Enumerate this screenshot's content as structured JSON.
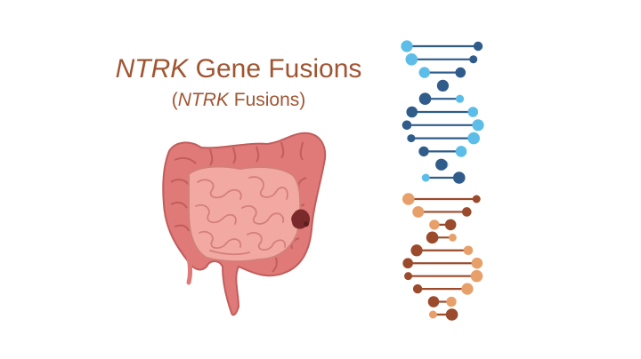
{
  "title": {
    "main_italic": "NTRK",
    "main_rest": " Gene Fusions",
    "sub_open": "(",
    "sub_italic": "NTRK",
    "sub_rest": " Fusions)"
  },
  "illustrations": {
    "intestine": "large-and-small-intestine-icon",
    "tumor": "tumor-icon",
    "dna_blue": "dna-helix-blue-icon",
    "dna_orange": "dna-helix-orange-icon"
  },
  "colors": {
    "title": "#a05532",
    "dna_light_blue": "#5bbde8",
    "dna_dark_blue": "#2f5c8a",
    "dna_light_orange": "#e8a06a",
    "dna_dark_orange": "#9c4a2c",
    "colon": "#e07a78",
    "small_intestine": "#f2a9a2",
    "tumor": "#7a2a2a"
  }
}
